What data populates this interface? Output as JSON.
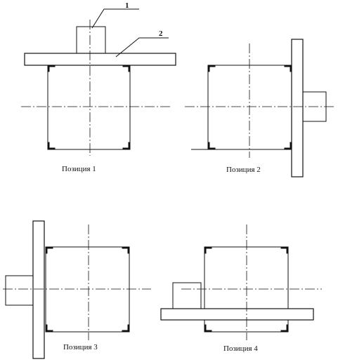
{
  "captions": {
    "pos1": "Позиция 1",
    "pos2": "Позиция 2",
    "pos3": "Позиция 3",
    "pos4": "Позиция 4"
  },
  "callouts": {
    "one": "1",
    "two": "2"
  }
}
